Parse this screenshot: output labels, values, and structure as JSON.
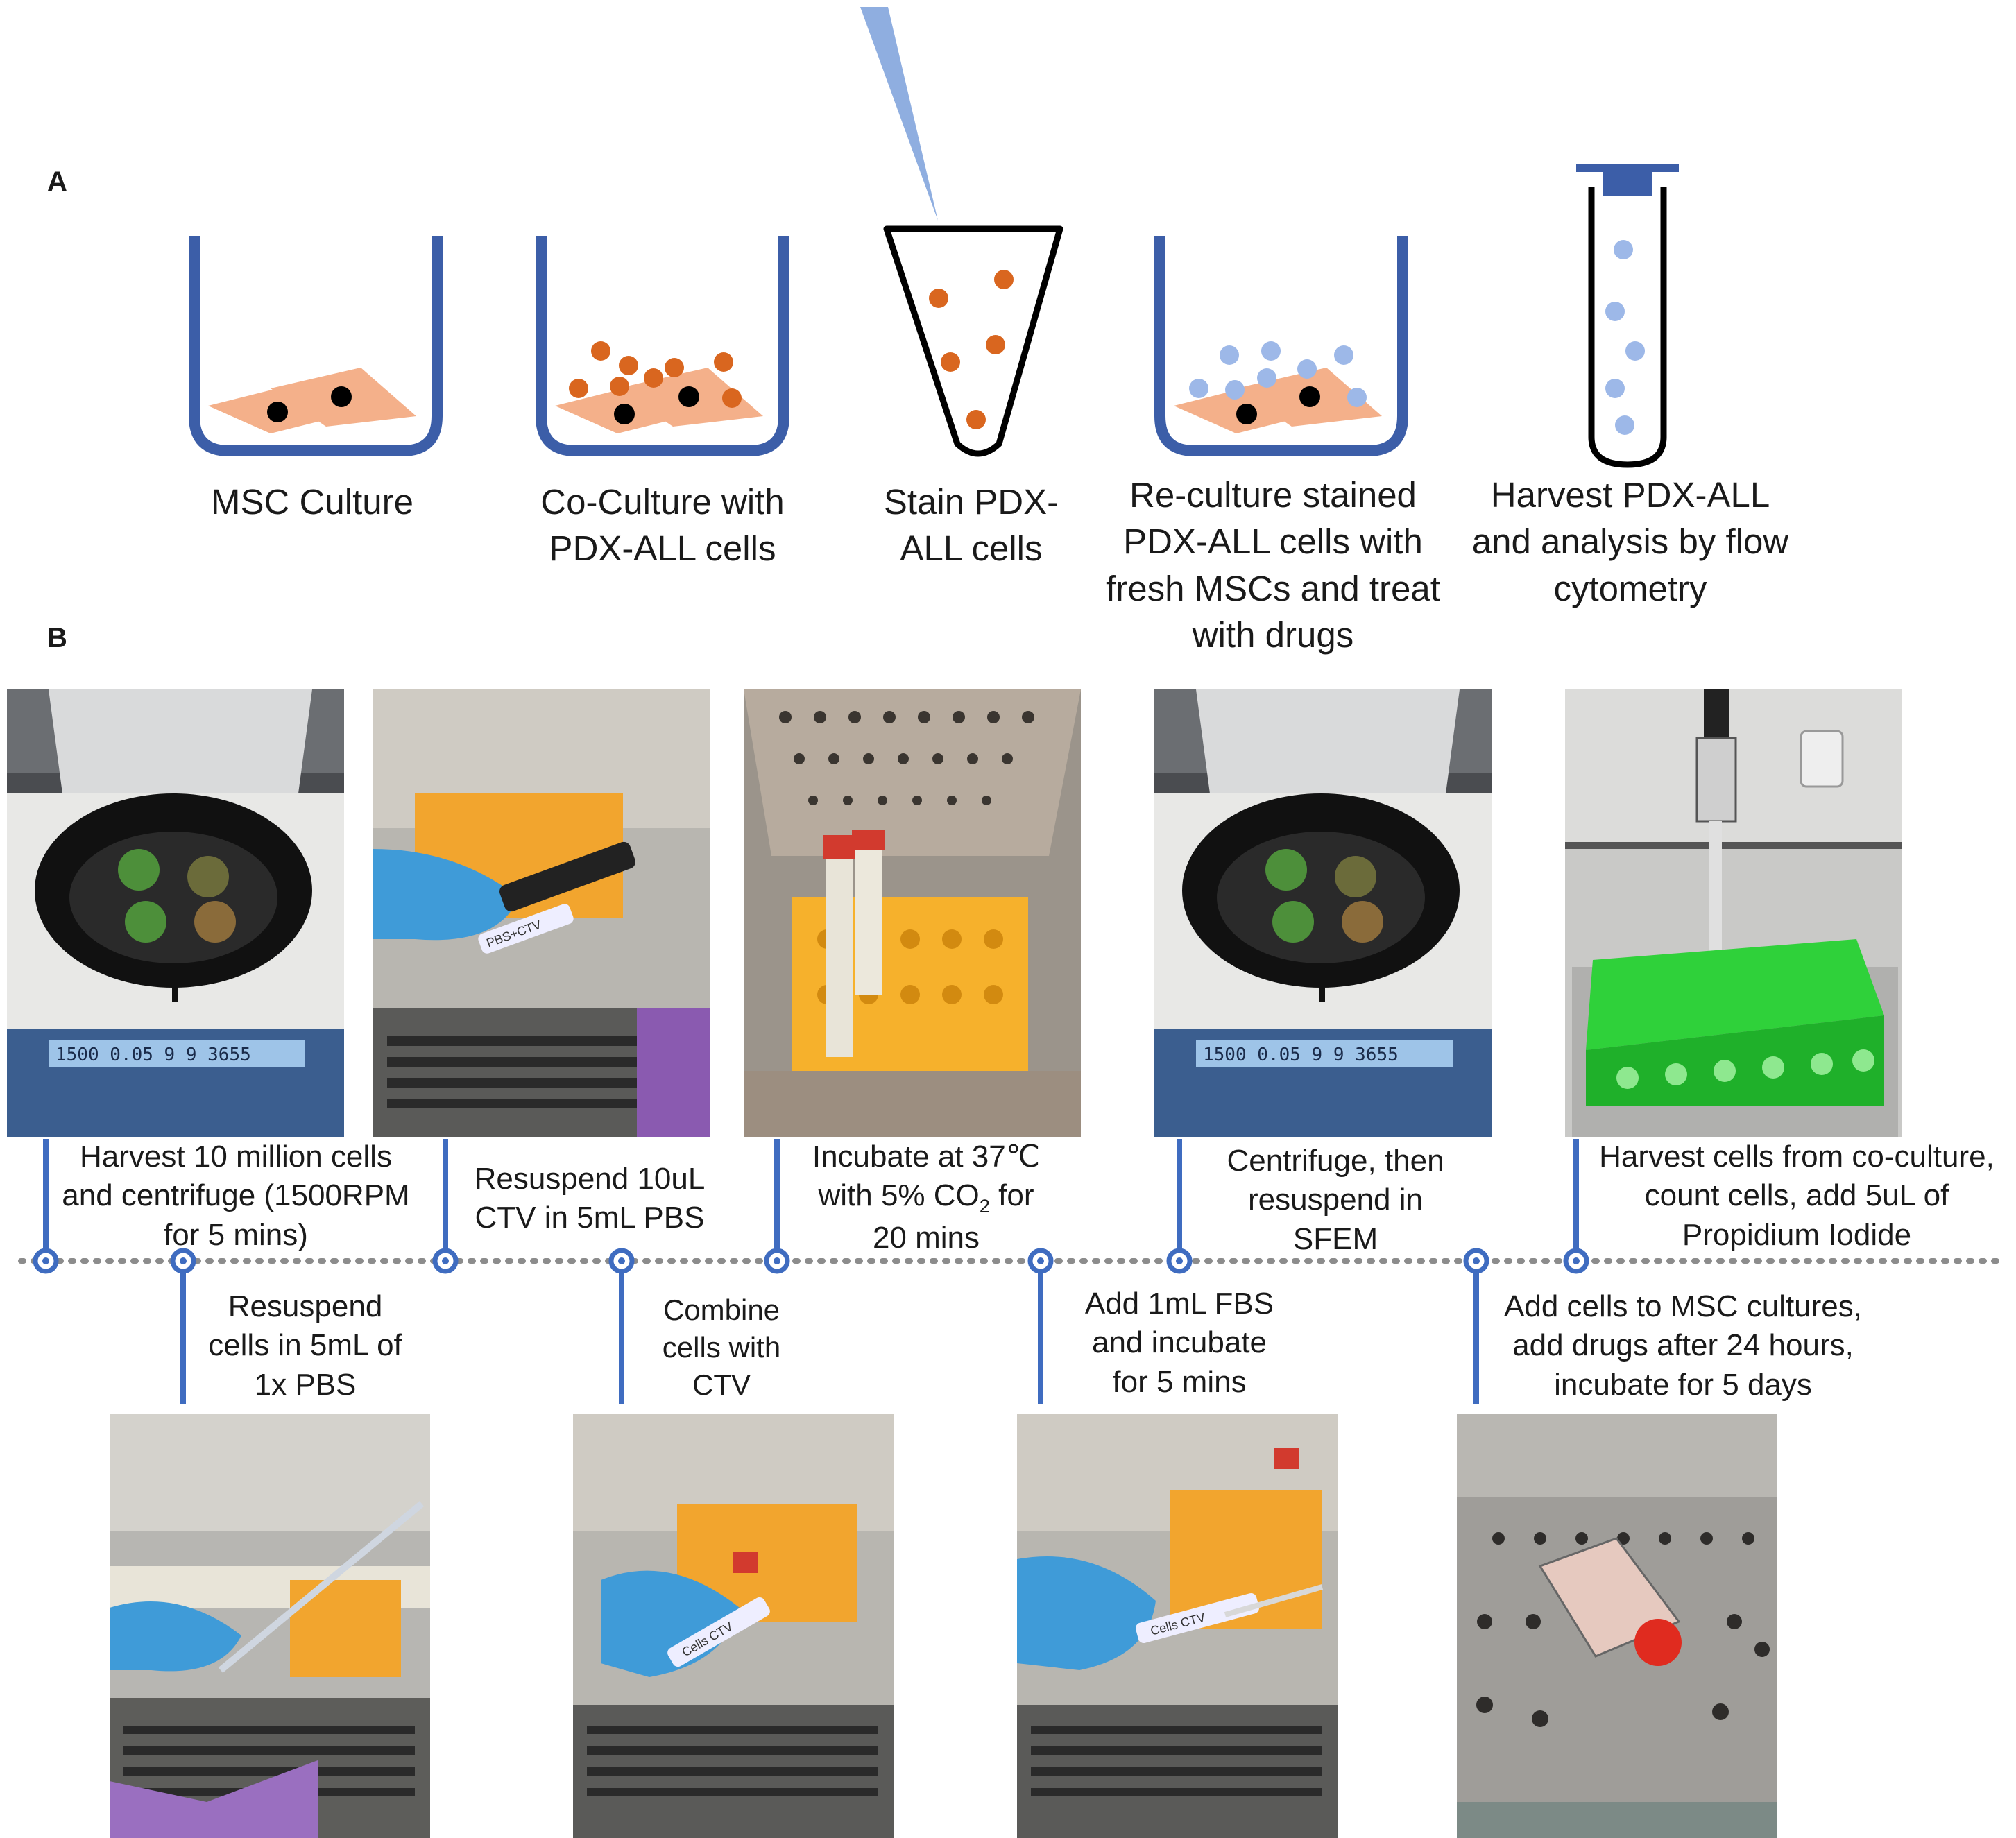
{
  "panel_a": {
    "label": "A",
    "steps": [
      {
        "id": "msc-culture",
        "label": "MSC Culture"
      },
      {
        "id": "co-culture",
        "label": "Co-Culture with PDX-ALL cells"
      },
      {
        "id": "stain",
        "label": "Stain PDX-ALL cells"
      },
      {
        "id": "re-culture",
        "label": "Re-culture stained PDX-ALL cells with fresh MSCs and treat with drugs"
      },
      {
        "id": "harvest",
        "label": "Harvest PDX-ALL and analysis by flow cytometry"
      }
    ],
    "colors": {
      "vessel": "#3c5ea8",
      "msc": "#f4b08a",
      "nucleus": "#000000",
      "pdx_all": "#d9661f",
      "stained": "#9db8e8",
      "pipette": "#8faee0"
    }
  },
  "panel_b": {
    "label": "B",
    "timeline_color": "#3f6cc0",
    "top_steps": [
      {
        "text_lines": [
          "Harvest 10 million cells",
          "and centrifuge (1500RPM",
          "for 5 mins)"
        ],
        "photo": "centrifuge"
      },
      {
        "text_lines": [
          "Resuspend 10uL",
          "CTV in 5mL PBS"
        ],
        "photo": "pipette-tube"
      },
      {
        "text_lines": [
          "Incubate at 37℃",
          "with 5% CO",
          "for",
          "20 mins"
        ],
        "sub": "2",
        "photo": "incubator"
      },
      {
        "text_lines": [
          "Centrifuge, then",
          "resuspend in",
          "SFEM"
        ],
        "photo": "centrifuge"
      },
      {
        "text_lines": [
          "Harvest cells from co-culture,",
          "count cells, add 5uL of",
          "Propidium Iodide"
        ],
        "photo": "green-rack"
      }
    ],
    "bottom_steps": [
      {
        "text_lines": [
          "Resuspend",
          "cells in 5mL of",
          "1x PBS"
        ],
        "photo": "serological-pipette"
      },
      {
        "text_lines": [
          "Combine",
          "cells with",
          "CTV"
        ],
        "photo": "tube-labelled"
      },
      {
        "text_lines": [
          "Add 1mL FBS",
          "and incubate",
          "for 5 mins"
        ],
        "photo": "tube-labelled"
      },
      {
        "text_lines": [
          "Add cells to MSC cultures,",
          "add drugs after 24 hours,",
          "incubate for 5 days"
        ],
        "photo": "flask"
      }
    ],
    "centrifuge_display": "1500 0.05   9  9 3655",
    "tube_label_text": "PBS+CTV",
    "tube_label_text_2": "Cells CTV"
  }
}
